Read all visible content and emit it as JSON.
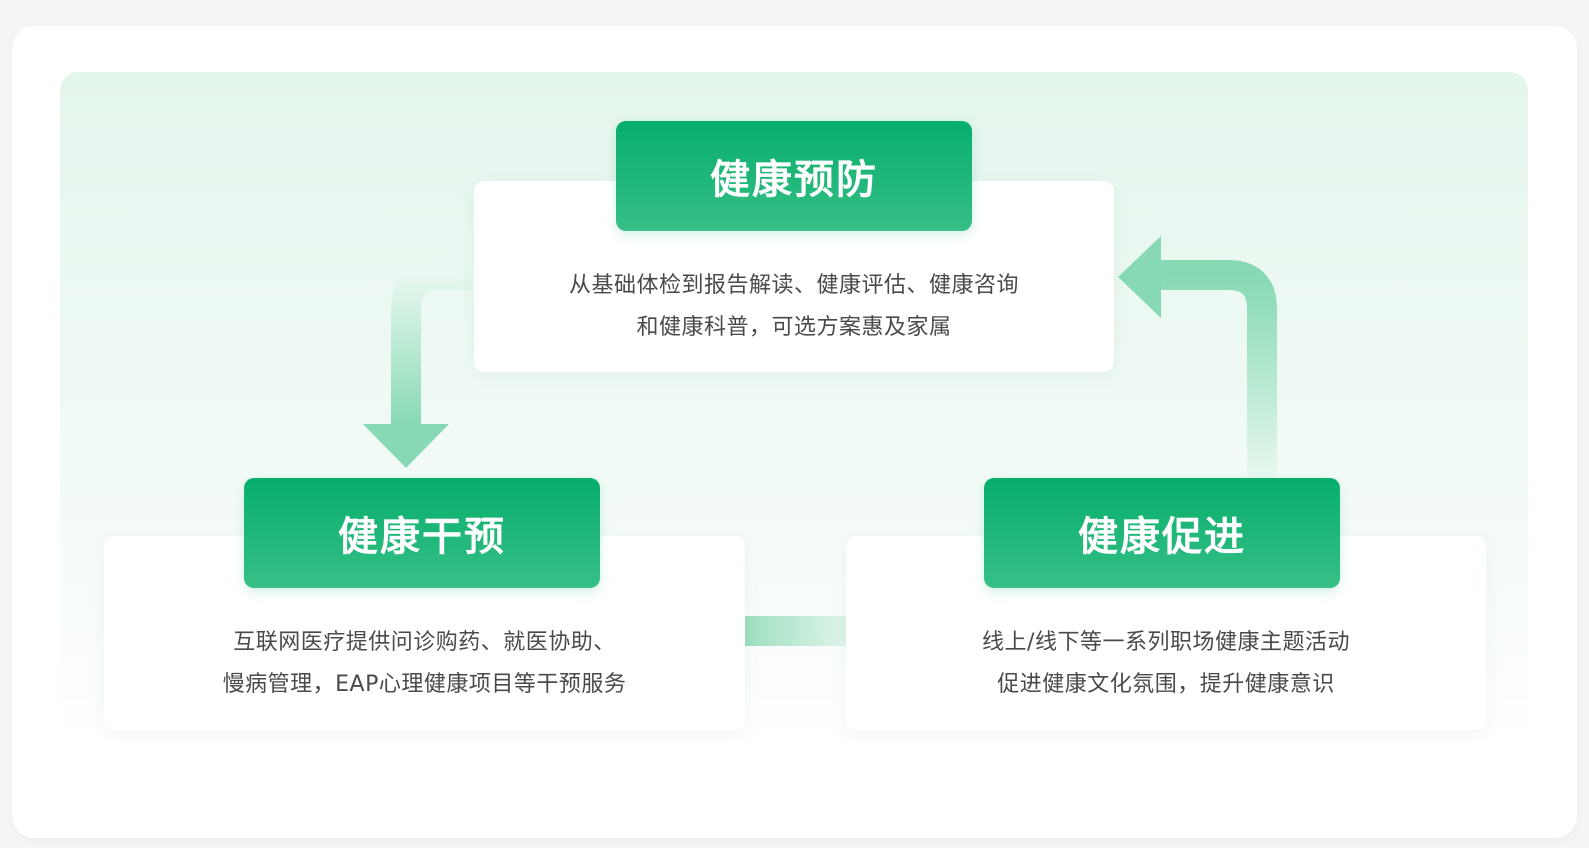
{
  "stages": {
    "prevention": {
      "title": "健康预防",
      "desc_line1": "从基础体检到报告解读、健康评估、健康咨询",
      "desc_line2": "和健康科普，可选方案惠及家属"
    },
    "intervention": {
      "title": "健康干预",
      "desc_line1": "互联网医疗提供问诊购药、就医协助、",
      "desc_line2": "慢病管理，EAP心理健康项目等干预服务"
    },
    "promotion": {
      "title": "健康促进",
      "desc_line1": "线上/线下等一系列职场健康主题活动",
      "desc_line2": "促进健康文化氛围，提升健康意识"
    }
  },
  "colors": {
    "accent": "#07ae6c",
    "accent_light": "#36bf86",
    "arrow": "#8fdcb9",
    "panel_bg": "#e4f5ec"
  }
}
